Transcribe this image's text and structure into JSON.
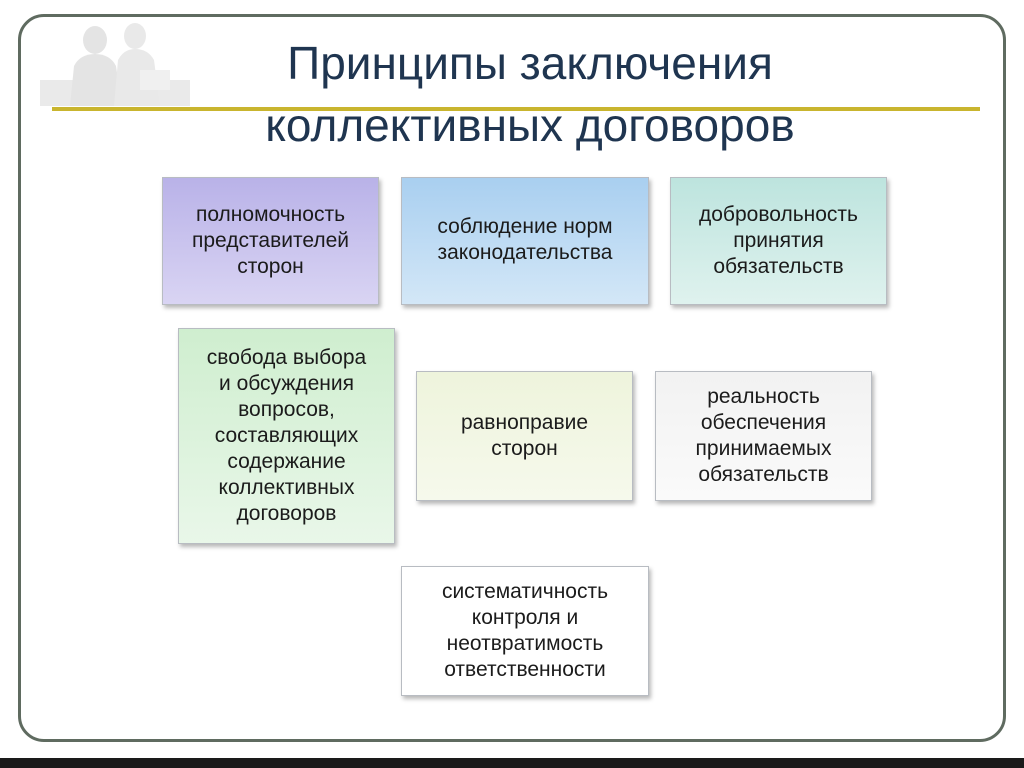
{
  "title": {
    "line1": "Принципы заключения",
    "line2": "коллективных договоров"
  },
  "principles": [
    {
      "lines": [
        "полномочность",
        "представителей",
        "сторон"
      ]
    },
    {
      "lines": [
        "соблюдение норм",
        "законодательства"
      ]
    },
    {
      "lines": [
        "добровольность",
        "принятия",
        "обязательств"
      ]
    },
    {
      "lines": [
        "свобода выбора",
        "и обсуждения",
        "вопросов,",
        "составляющих",
        "содержание",
        "коллективных",
        "договоров"
      ]
    },
    {
      "lines": [
        "равноправие",
        "сторон"
      ]
    },
    {
      "lines": [
        "реальность",
        "обеспечения",
        "принимаемых",
        "обязательств"
      ]
    },
    {
      "lines": [
        "систематичность",
        "контроля и",
        "неотвратимость",
        "ответственности"
      ]
    }
  ],
  "colors": {
    "title": "#1f3550",
    "accent_line": "#c9b52e",
    "frame": "#5f6b60"
  }
}
